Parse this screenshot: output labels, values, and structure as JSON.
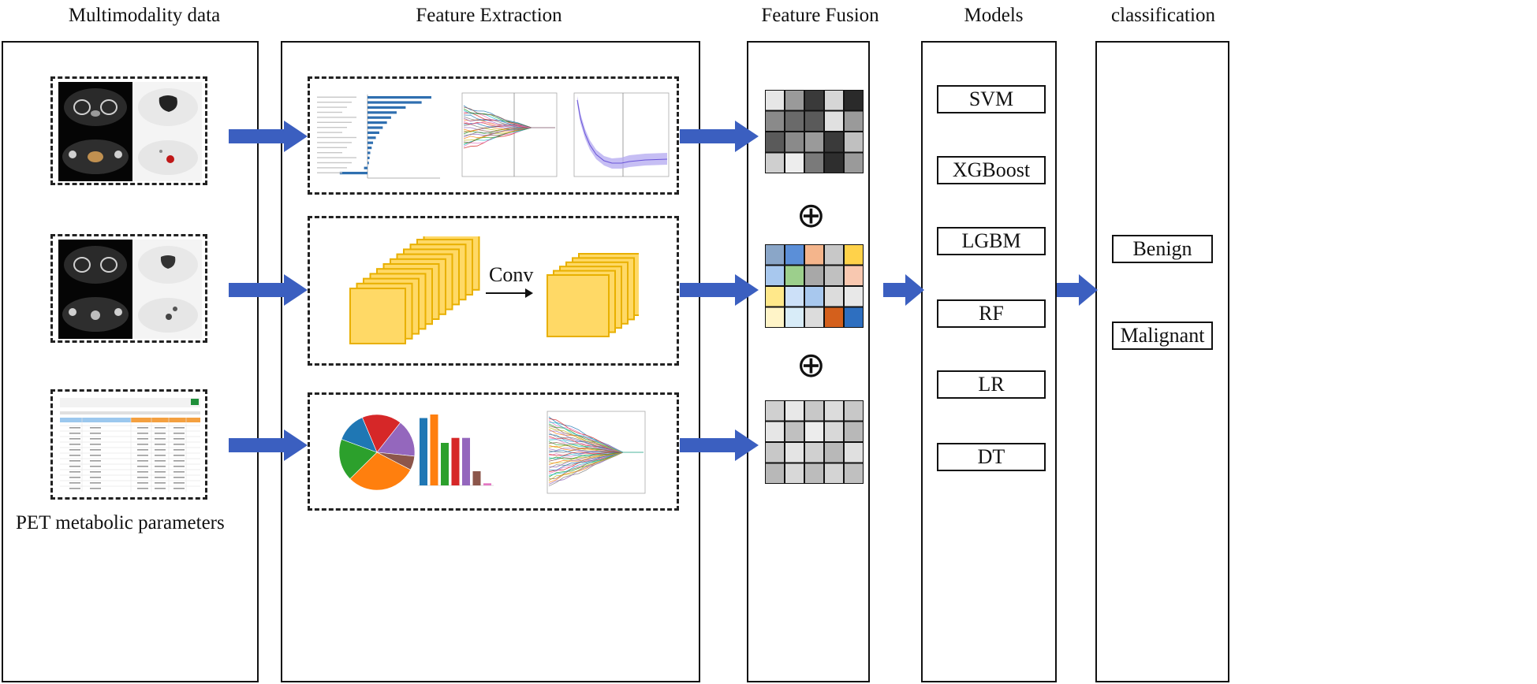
{
  "headers": {
    "multimodality": "Multimodality data",
    "feature_extraction": "Feature Extraction",
    "feature_fusion": "Feature Fusion",
    "models": "Models",
    "classification": "classification"
  },
  "pet_label": "PET metabolic parameters",
  "conv_label": "Conv",
  "fusion_operator": "⊕",
  "models": [
    "SVM",
    "XGBoost",
    "LGBM",
    "RF",
    "LR",
    "DT"
  ],
  "classes": [
    "Benign",
    "Malignant"
  ],
  "colors": {
    "arrow": "#3b5fc0",
    "feature_map_fill": "#ffd966",
    "feature_map_border": "#e8b000",
    "bar_blue": "#2f6fb0",
    "lasso_band": "#b3a8f0"
  },
  "matrix_gray": [
    [
      "#e6e6e6",
      "#9a9a9a",
      "#3a3a3a",
      "#d6d6d6",
      "#2a2a2a"
    ],
    [
      "#8a8a8a",
      "#6a6a6a",
      "#5a5a5a",
      "#e0e0e0",
      "#9a9a9a"
    ],
    [
      "#5a5a5a",
      "#8a8a8a",
      "#9a9a9a",
      "#3a3a3a",
      "#c0c0c0"
    ],
    [
      "#cfcfcf",
      "#ededed",
      "#7a7a7a",
      "#2e2e2e",
      "#9a9a9a"
    ]
  ],
  "matrix_color": [
    [
      "#8aa6c8",
      "#5b8fd8",
      "#f4b58c",
      "#c8c8c8",
      "#ffd24a"
    ],
    [
      "#a8c8ee",
      "#9ccf8c",
      "#a8a8a8",
      "#c0c0c0",
      "#f8c8b0"
    ],
    [
      "#ffe88a",
      "#cce0f8",
      "#a8c8ee",
      "#dcdcdc",
      "#e8e8e8"
    ],
    [
      "#fff4c8",
      "#d8ecf8",
      "#dcdcdc",
      "#d4601c",
      "#2e6fc0"
    ]
  ],
  "matrix_light": [
    [
      "#d0d0d0",
      "#e8e8e8",
      "#c8c8c8",
      "#dcdcdc",
      "#c8c8c8"
    ],
    [
      "#e6e6e6",
      "#c0c0c0",
      "#ececec",
      "#d8d8d8",
      "#b8b8b8"
    ],
    [
      "#c8c8c8",
      "#e4e4e4",
      "#d0d0d0",
      "#b8b8b8",
      "#e0e0e0"
    ],
    [
      "#b8b8b8",
      "#d8d8d8",
      "#bcbcbc",
      "#d4d4d4",
      "#c0c0c0"
    ]
  ],
  "pie_colors": [
    "#d62728",
    "#9467bd",
    "#8c564b",
    "#ff7f0e",
    "#2ca02c",
    "#1f77b4"
  ],
  "mini_bars": [
    {
      "color": "#1f77b4",
      "value": 0.95
    },
    {
      "color": "#ff7f0e",
      "value": 1.0
    },
    {
      "color": "#2ca02c",
      "value": 0.6
    },
    {
      "color": "#d62728",
      "value": 0.67
    },
    {
      "color": "#9467bd",
      "value": 0.67
    },
    {
      "color": "#8c564b",
      "value": 0.2
    },
    {
      "color": "#e377c2",
      "value": 0.03
    }
  ]
}
